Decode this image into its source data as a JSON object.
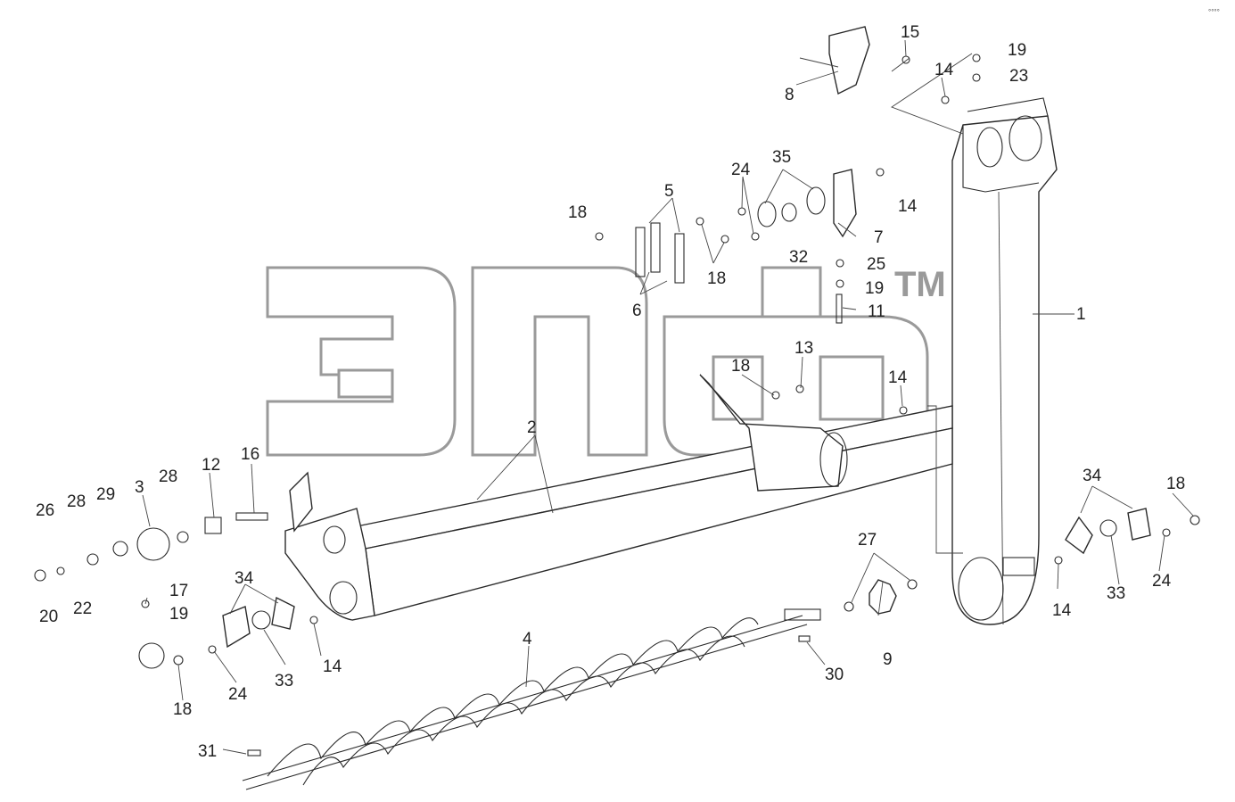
{
  "watermark": {
    "trademark": "TM"
  },
  "callouts": [
    "1",
    "2",
    "3",
    "4",
    "5",
    "6",
    "7",
    "8",
    "9",
    "11",
    "12",
    "13",
    "14",
    "15",
    "16",
    "17",
    "18",
    "19",
    "20",
    "22",
    "23",
    "24",
    "25",
    "26",
    "27",
    "28",
    "29",
    "30",
    "31",
    "32",
    "33",
    "34",
    "35"
  ],
  "corner_mark": "°°°°"
}
